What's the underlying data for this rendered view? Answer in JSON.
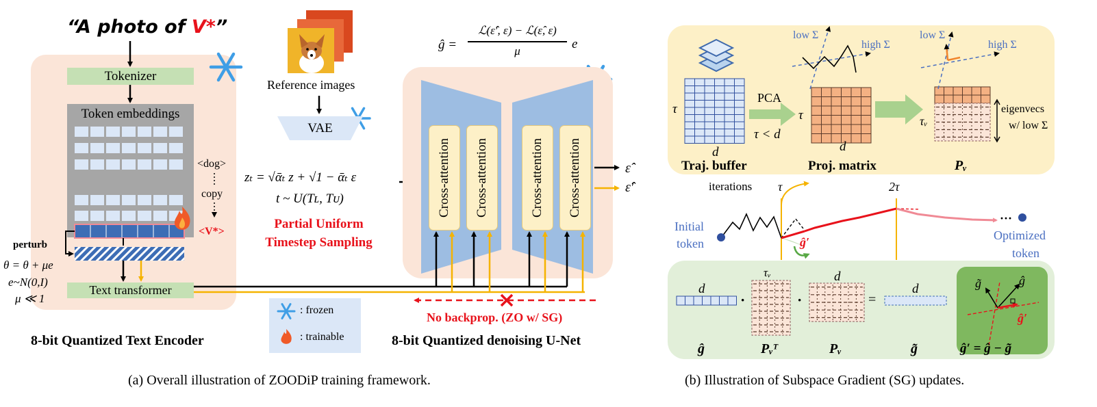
{
  "caption_a": "(a) Overall illustration of ZOODiP training framework.",
  "caption_b": "(b) Illustration of Subspace Gradient (SG) updates.",
  "text_encoder": {
    "prompt": "“A photo of V*”",
    "prompt_prefix": "“A photo of ",
    "prompt_token": "V*",
    "prompt_suffix": "”",
    "tokenizer": "Tokenizer",
    "token_embeddings": "Token embeddings",
    "dog_token": "<dog>",
    "copy": "copy",
    "v_token": "<V*>",
    "perturb": "perturb",
    "eq1": "θ = θ + μe",
    "eq2": "e~N(0,I)",
    "eq3": "μ ≪ 1",
    "text_transformer": "Text transformer",
    "title": "8-bit Quantized Text Encoder"
  },
  "legend": {
    "frozen": ": frozen",
    "trainable": ": trainable"
  },
  "vae_branch": {
    "reference_images": "Reference images",
    "vae": "VAE",
    "zt_eq": "zₜ = √ᾱₜ z + √1 − ᾱₜ ε",
    "t_eq": "t ~ U(Tʟ, Tᴜ)",
    "sampling_line1": "Partial Uniform",
    "sampling_line2": "Timestep Sampling"
  },
  "unet": {
    "grad_eq_lhs": "ĝ =",
    "grad_eq_num": "ℒ(ε̂′, ε) − ℒ(ε̂, ε)",
    "grad_eq_den": "μ",
    "grad_eq_tail": "e",
    "cross_attention": [
      "Cross-attention",
      "Cross-attention",
      "Cross-attention",
      "Cross-attention"
    ],
    "out1": "ε̂",
    "out2": "ε̂′",
    "no_backprop": "No backprop. (ZO w/ SG)",
    "title": "8-bit Quantized denoising U-Net"
  },
  "sg": {
    "tau": "τ",
    "d": "d",
    "traj_buffer": "Traj. buffer",
    "pca": "PCA",
    "tau_lt_d": "τ < d",
    "proj_matrix": "Proj. matrix",
    "p_nu": "Pᵥ",
    "tau_nu": "τᵥ",
    "low_sigma": "low Σ",
    "high_sigma": "high Σ",
    "eigenvecs_line1": "eigenvecs",
    "eigenvecs_line2": "w/ low Σ",
    "iterations": "iterations",
    "two_tau": "2τ",
    "initial_token_1": "Initial",
    "initial_token_2": "token",
    "optimized_token_1": "Optimized",
    "optimized_token_2": "token",
    "g_prime": "ĝ′",
    "ellipsis": "···",
    "g_hat": "ĝ",
    "p_nu_t": "Pᵥᵀ",
    "g_tilde": "g̃",
    "update_eq": "ĝ′ = ĝ − g̃",
    "dot": "·",
    "equals": "="
  },
  "colors": {
    "encoder_bg": "#fbe5d8",
    "unet_bg": "#fbe5d8",
    "sg_top_bg": "#fdf0c7",
    "sg_bottom_bg": "#e2efd9",
    "unet_blue": "#9dbde2",
    "token_grey": "#a6a6a6",
    "cell_blue": "#dbe7f7",
    "accent_red": "#e8121b",
    "yellow_arrow": "#f5b300",
    "green_arrow": "#9ccc75",
    "orange_grid": "#f4b183"
  }
}
